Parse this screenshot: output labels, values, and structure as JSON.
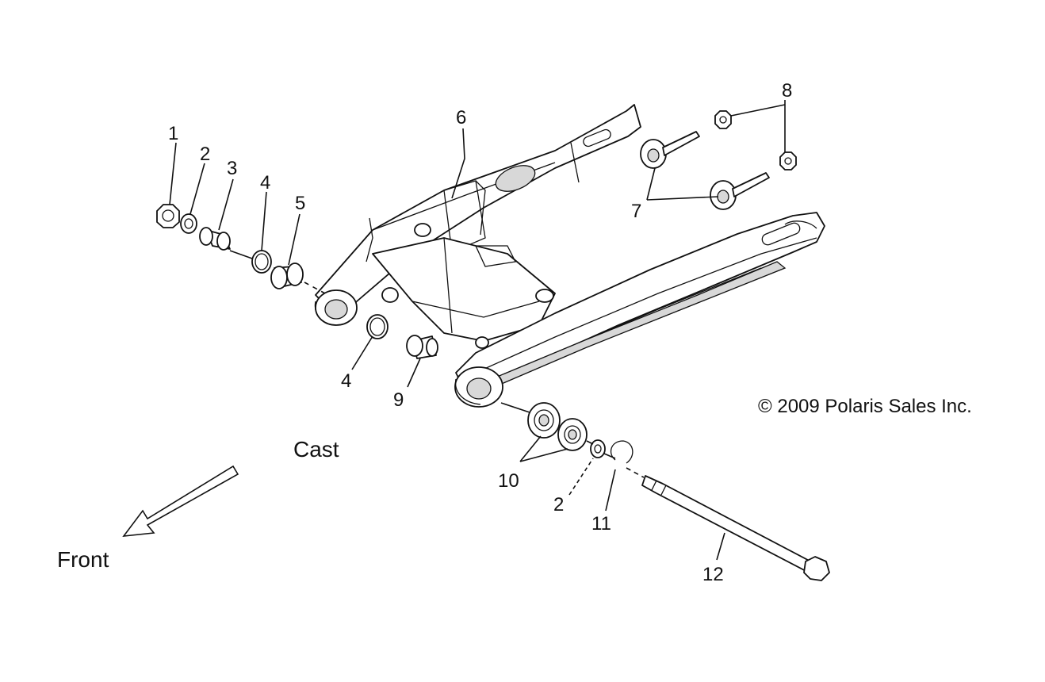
{
  "labels": {
    "callouts": [
      "1",
      "2",
      "3",
      "4",
      "5",
      "6",
      "7",
      "8",
      "4",
      "9",
      "10",
      "2",
      "11",
      "12"
    ],
    "cast": "Cast",
    "front": "Front",
    "copyright": "© 2009 Polaris Sales Inc."
  }
}
